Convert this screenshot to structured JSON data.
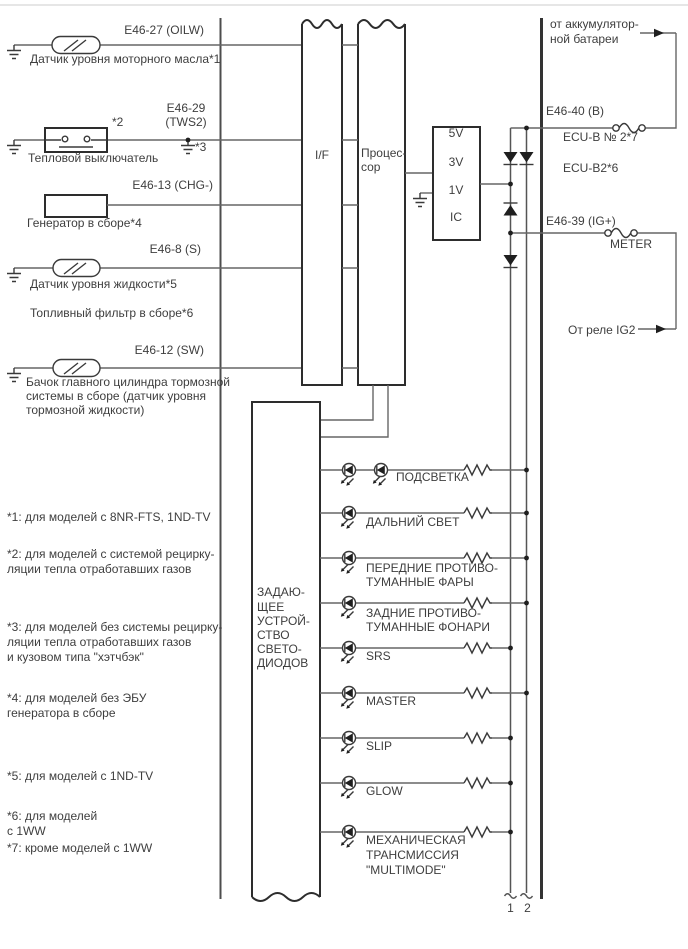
{
  "colors": {
    "wire": "#666666",
    "outline": "#2d2d2d",
    "text": "#3e3e3e",
    "page_edge": "#cccccc",
    "background": "#ffffff"
  },
  "connectors": {
    "oilw": "E46-27 (OILW)",
    "tws2_line1": "E46-29",
    "tws2_line2": "(TWS2)",
    "chg": "E46-13 (CHG-)",
    "s": "E46-8 (S)",
    "sw": "E46-12 (SW)",
    "b": "E46-40 (B)",
    "ig": "E46-39 (IG+)"
  },
  "left_components": {
    "oil_level_sensor": "Датчик уровня моторного масла*1",
    "thermal_switch": "Тепловой выключатель",
    "generator": "Генератор в сборе*4",
    "fluid_level_sensor": "Датчик уровня жидкости*5",
    "fuel_filter": "Топливный фильтр в сборе*6",
    "brake_reservoir_line1": "Бачок главного цилиндра тормозной",
    "brake_reservoir_line2": "системы в сборе (датчик уровня",
    "brake_reservoir_line3": "тормозной жидкости)",
    "note2": "*2",
    "note3": "*3"
  },
  "meter": {
    "interface": "I/F",
    "processor_line1": "Процес-",
    "processor_line2": "сор",
    "regulator": {
      "v5": "5V",
      "v3": "3V",
      "v1": "1V",
      "ic": "IC"
    },
    "led_driver_lines": [
      "ЗАДАЮ-",
      "ЩЕЕ",
      "УСТРОЙ-",
      "СТВО",
      "СВЕТО-",
      "ДИОДОВ"
    ]
  },
  "power": {
    "from_battery_line1": "от аккумулятор-",
    "from_battery_line2": "ной батареи",
    "fuse_ecu_b": "ECU-B № 2*7",
    "fuse_ecu_b2": "ECU-B2*6",
    "fuse_meter": "METER",
    "from_ig2_relay": "От реле IG2",
    "bus1_label": "1",
    "bus2_label": "2"
  },
  "indicators": [
    {
      "line1": "ПОДСВЕТКА"
    },
    {
      "line1": "ДАЛЬНИЙ СВЕТ"
    },
    {
      "line1": "ПЕРЕДНИЕ ПРОТИВО-",
      "line2": "ТУМАННЫЕ ФАРЫ"
    },
    {
      "line1": "ЗАДНИЕ ПРОТИВО-",
      "line2": "ТУМАННЫЕ ФОНАРИ"
    },
    {
      "line1": "SRS"
    },
    {
      "line1": "MASTER"
    },
    {
      "line1": "SLIP"
    },
    {
      "line1": "GLOW"
    },
    {
      "line1": "МЕХАНИЧЕСКАЯ",
      "line2": "ТРАНСМИССИЯ",
      "line3": "\"MULTIMODE\""
    }
  ],
  "footnotes": [
    {
      "line1": "*1: для моделей с 8NR-FTS, 1ND-TV"
    },
    {
      "line1": "*2: для моделей с системой рецирку-",
      "line2": "ляции тепла отработавших газов"
    },
    {
      "line1": "*3: для моделей без системы рецирку-",
      "line2": "ляции тепла отработавших газов",
      "line3": "и кузовом типа \"хэтчбэк\""
    },
    {
      "line1": "*4: для моделей без ЭБУ",
      "line2": "генератора в сборе"
    },
    {
      "line1": "*5: для моделей с 1ND-TV"
    },
    {
      "line1": "*6: для моделей",
      "line2": "с 1WW"
    },
    {
      "line1": "*7: кроме моделей с 1WW"
    }
  ]
}
